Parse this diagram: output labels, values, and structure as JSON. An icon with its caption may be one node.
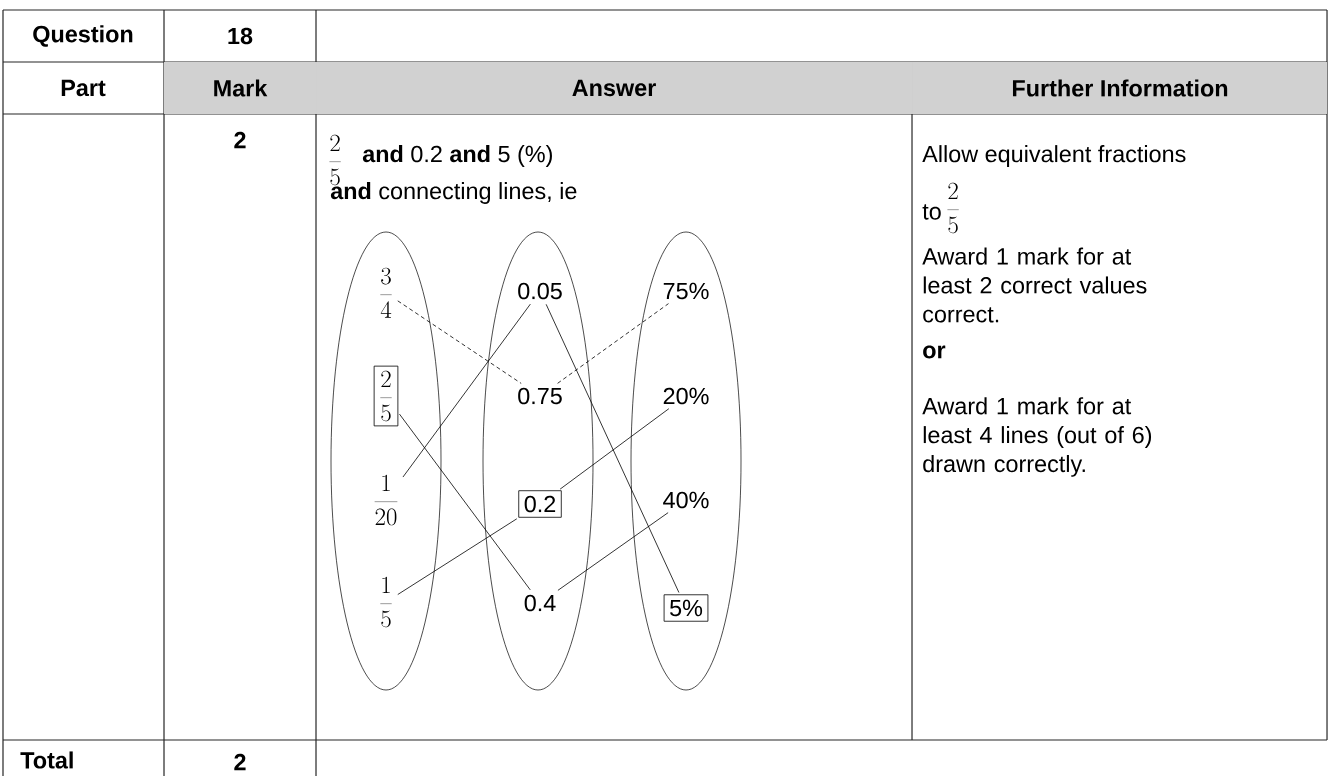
{
  "diagram": {
    "nodes": [
      {
        "text": [],
        "shape": "ellipse"
      },
      {
        "text": [
          "\\frac{3}{4}"
        ],
        "in": 0
      },
      {
        "text": [
          "\\frac{2}{5}"
        ],
        "in": 0
      },
      {
        "text": [
          "\\frac{1}{20}"
        ],
        "in": 0
      },
      {
        "text": [
          "\\frac{1}{5}"
        ],
        "in": 0
      },
      {
        "text": [],
        "shape": "ellipse"
      },
      {
        "text": [
          "0.05"
        ],
        "in": 5
      },
      {
        "text": [
          "0.75"
        ],
        "in": 5
      },
      {
        "text": [
          "0.2"
        ],
        "in": 5
      },
      {
        "text": [
          "0.4"
        ],
        "in": 5
      },
      {
        "text": [],
        "shape": "ellipse"
      },
      {
        "text": [
          "75%"
        ],
        "in": 10
      },
      {
        "text": [
          "20%"
        ],
        "in": 10
      },
      {
        "text": [
          "40%"
        ],
        "in": 10
      },
      {
        "text": [
          "5%"
        ],
        "in": 10
      }
    ],
    "edges": [
      {
        "from": 1,
        "to": 7,
        "arrow": "none",
        "style": "dashed"
      },
      {
        "from": 7,
        "to": 11,
        "arrow": "none",
        "style": "dashed"
      },
      {
        "from": 2,
        "to": 9,
        "arrow": "none"
      },
      {
        "from": 3,
        "to": 6,
        "arrow": "none"
      },
      {
        "from": 4,
        "to": 8,
        "arrow": "none"
      },
      {
        "from": 6,
        "to": 14,
        "arrow": "none"
      },
      {
        "from": 8,
        "to": 12,
        "arrow": "none"
      },
      {
        "from": 9,
        "to": 13,
        "arrow": "none"
      }
    ],
    "labels": [
      "Question",
      "18",
      "Part",
      "Mark",
      "Answer",
      "Further Information",
      "2",
      "\\frac{2}{5}",
      "**and**  0.2  **and**  5 (%)",
      "**and** connecting lines, ie",
      "Allow equivalent fractions",
      "to",
      "\\frac{2}{5}",
      "Award 1 mark for at least 2 correct values correct.",
      "or",
      "Award 1 mark for at least 4 lines (out of 6) drawn correctly.",
      "Total",
      "2"
    ]
  }
}
